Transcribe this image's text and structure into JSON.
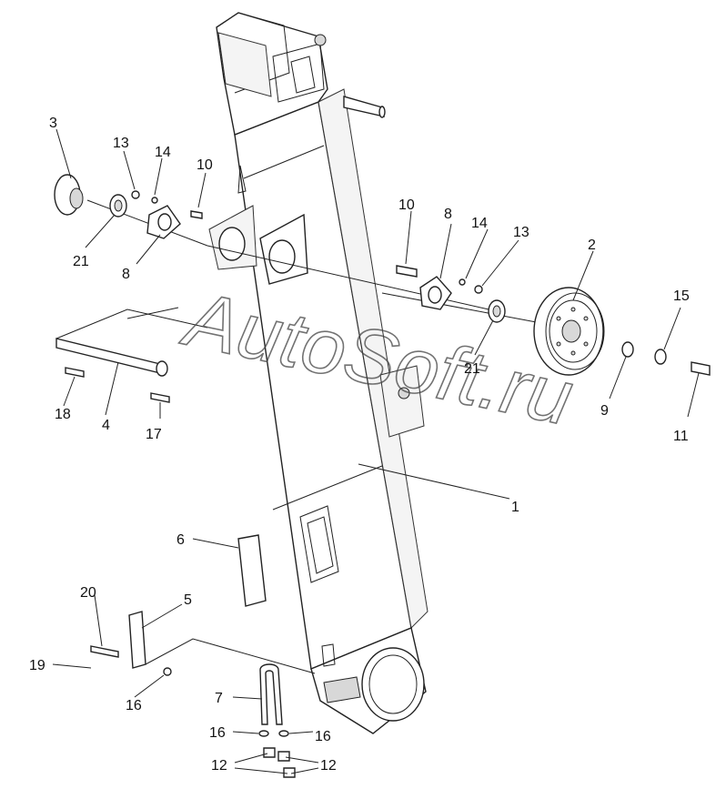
{
  "watermark": "AutoSoft.ru",
  "labels": {
    "l1": "1",
    "l2": "2",
    "l3": "3",
    "l4": "4",
    "l5": "5",
    "l6": "6",
    "l7": "7",
    "l8a": "8",
    "l8b": "8",
    "l9": "9",
    "l10a": "10",
    "l10b": "10",
    "l11": "11",
    "l12a": "12",
    "l12b": "12",
    "l13a": "13",
    "l13b": "13",
    "l14a": "14",
    "l14b": "14",
    "l15": "15",
    "l16a": "16",
    "l16b": "16",
    "l16c": "16",
    "l17": "17",
    "l18": "18",
    "l19": "19",
    "l20": "20",
    "l21a": "21",
    "l21b": "21"
  }
}
